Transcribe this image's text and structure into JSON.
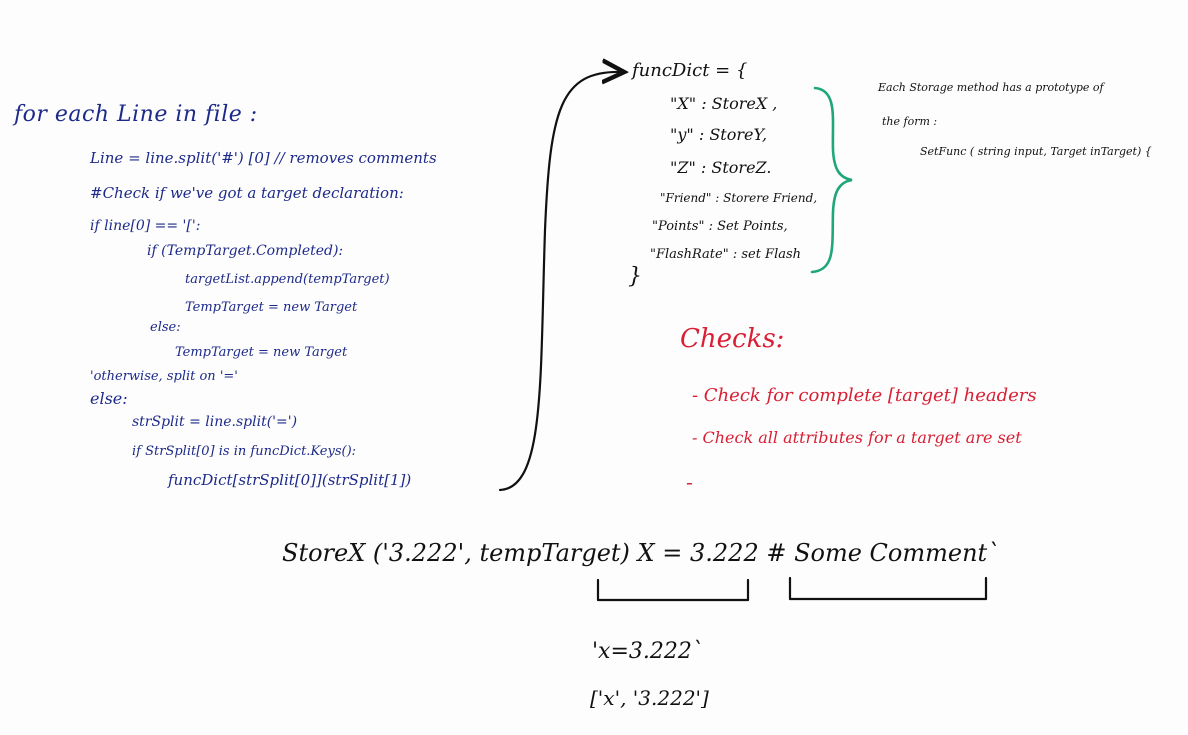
{
  "pseudocode": {
    "title": "for each Line in file :",
    "lines": [
      "Line = line.split('#') [0] // removes comments",
      "#Check if we've got a target declaration:",
      "if line[0] == '[':",
      "if (TempTarget.Completed):",
      "targetList.append(tempTarget)",
      "TempTarget = new Target",
      "else:",
      "TempTarget = new Target",
      "'otherwise, split on '='",
      "else:",
      "strSplit = line.split('=')",
      "if StrSplit[0] is in funcDict.Keys():",
      "funcDict[strSplit[0]](strSplit[1])"
    ]
  },
  "dict": {
    "header": "funcDict = {",
    "rows": [
      "\"X\" : StoreX ,",
      "\"y\" : StoreY,",
      "\"Z\" : StoreZ.",
      "\"Friend\" : Storere Friend,",
      "\"Points\" : Set Points,",
      "\"FlashRate\" : set Flash"
    ],
    "close": "}"
  },
  "note": {
    "lines": [
      "Each Storage method has a prototype of",
      "the form :",
      "SetFunc ( string input, Target inTarget) {"
    ]
  },
  "checks": {
    "title": "Checks:",
    "items": [
      "- Check for complete [target] headers",
      "- Check all attributes for a target are set",
      "-"
    ]
  },
  "example": {
    "main": "StoreX ('3.222', tempTarget) X = 3.222 # Some Comment`",
    "middle": "'x=3.222`",
    "bottom": "['x', '3.222']"
  },
  "colors": {
    "blue_marker": "#1d2a8a",
    "black_marker": "#111111",
    "red_marker": "#d81f34",
    "green_marker": "#1fa67a"
  }
}
